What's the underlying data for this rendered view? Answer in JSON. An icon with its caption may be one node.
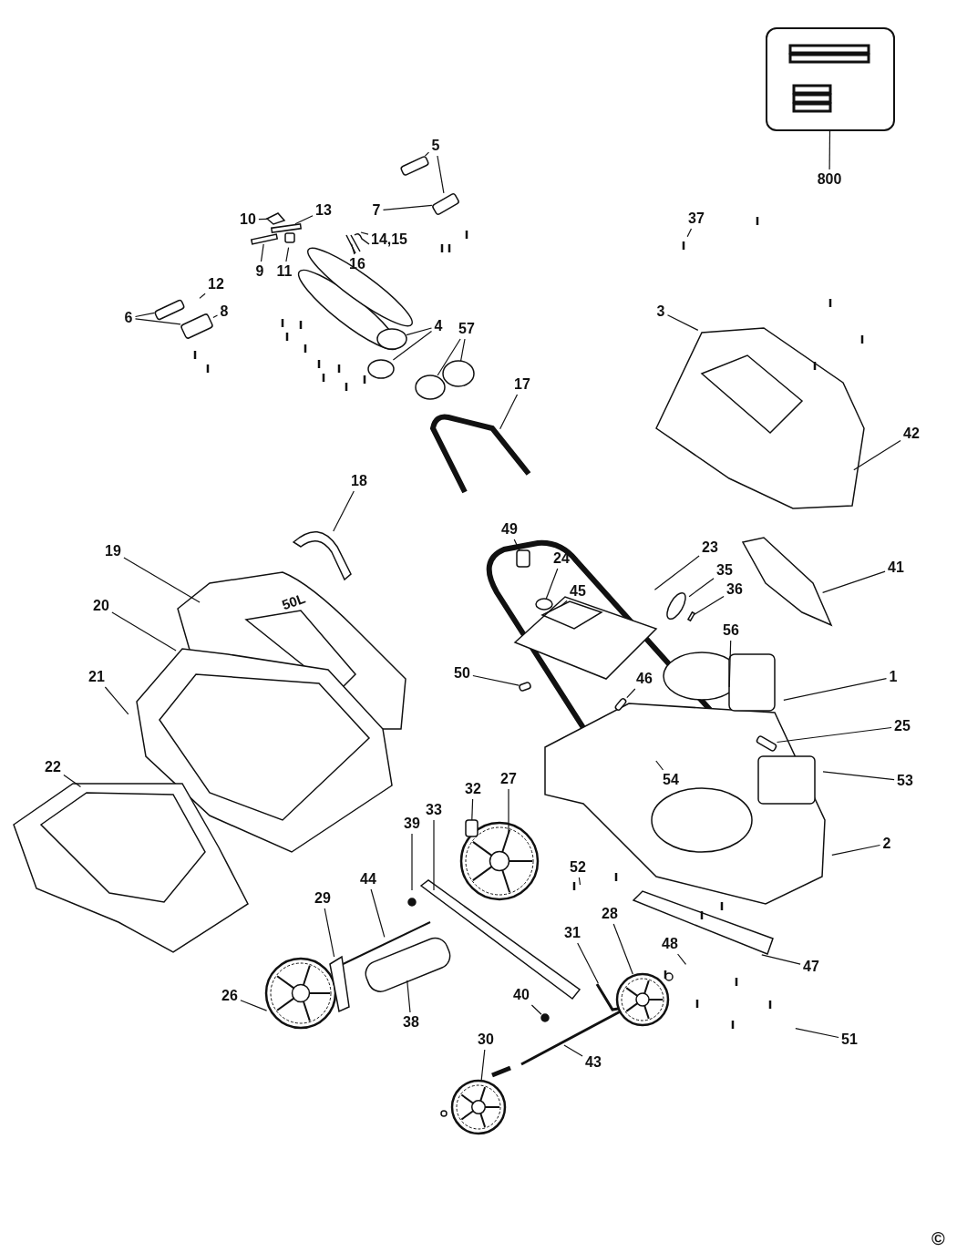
{
  "diagram": {
    "nodes": [
      {
        "text": [],
        "shape": "box"
      },
      {
        "text": [
          "800"
        ]
      },
      {
        "text": [
          "5"
        ]
      },
      {
        "text": [
          "7"
        ]
      },
      {
        "text": [
          "10"
        ]
      },
      {
        "text": [
          "13"
        ]
      },
      {
        "text": [
          "14,15"
        ]
      },
      {
        "text": [
          "37"
        ]
      },
      {
        "text": [
          "9"
        ]
      },
      {
        "text": [
          "11"
        ]
      },
      {
        "text": [
          "16"
        ]
      },
      {
        "text": [
          "12"
        ]
      },
      {
        "text": [
          "8"
        ]
      },
      {
        "text": [
          "6"
        ]
      },
      {
        "text": [
          "3"
        ]
      },
      {
        "text": [
          "4"
        ]
      },
      {
        "text": [
          "57"
        ]
      },
      {
        "text": [
          "17"
        ]
      },
      {
        "text": [
          "42"
        ]
      },
      {
        "text": [
          "18"
        ]
      },
      {
        "text": [
          "49"
        ]
      },
      {
        "text": [
          "23"
        ]
      },
      {
        "text": [
          "19"
        ]
      },
      {
        "text": [
          "24"
        ]
      },
      {
        "text": [
          "41"
        ]
      },
      {
        "text": [
          "35"
        ]
      },
      {
        "text": [
          "45"
        ]
      },
      {
        "text": [
          "36"
        ]
      },
      {
        "text": [
          "20"
        ]
      },
      {
        "text": [
          "56"
        ]
      },
      {
        "text": [
          "50"
        ]
      },
      {
        "text": [
          "21"
        ]
      },
      {
        "text": [
          "1"
        ]
      },
      {
        "text": [
          "46"
        ]
      },
      {
        "text": [
          "25"
        ]
      },
      {
        "text": [
          "22"
        ]
      },
      {
        "text": [
          "54"
        ]
      },
      {
        "text": [
          "53"
        ]
      },
      {
        "text": [
          "27"
        ]
      },
      {
        "text": [
          "32"
        ]
      },
      {
        "text": [
          "33"
        ]
      },
      {
        "text": [
          "39"
        ]
      },
      {
        "text": [
          "2"
        ]
      },
      {
        "text": [
          "52"
        ]
      },
      {
        "text": [
          "44"
        ]
      },
      {
        "text": [
          "29"
        ]
      },
      {
        "text": [
          "28"
        ]
      },
      {
        "text": [
          "31"
        ]
      },
      {
        "text": [
          "48"
        ]
      },
      {
        "text": [
          "47"
        ]
      },
      {
        "text": [
          "40"
        ]
      },
      {
        "text": [
          "26"
        ]
      },
      {
        "text": [
          "38"
        ]
      },
      {
        "text": [
          "30"
        ]
      },
      {
        "text": [
          "51"
        ]
      },
      {
        "text": [
          "43"
        ]
      },
      {
        "text": [],
        "shape": "box"
      },
      {
        "text": [],
        "shape": "box"
      },
      {
        "text": [],
        "shape": "diamond"
      },
      {
        "text": [],
        "shape": "circle"
      },
      {
        "text": [],
        "shape": "circle"
      },
      {
        "text": [],
        "shape": "circle"
      },
      {
        "text": [],
        "shape": "circle"
      },
      {
        "text": [],
        "shape": "box"
      },
      {
        "text": [],
        "shape": "circle"
      },
      {
        "text": [],
        "shape": "circle"
      },
      {
        "text": [],
        "shape": "box"
      },
      {
        "text": [],
        "shape": "box"
      },
      {
        "text": [],
        "shape": "box"
      },
      {
        "text": [],
        "shape": "circle"
      },
      {
        "text": [],
        "shape": "box"
      },
      {
        "text": [],
        "shape": "box"
      },
      {
        "text": [],
        "shape": "bar"
      },
      {
        "text": [],
        "shape": "bar"
      },
      {
        "text": [],
        "shape": "box"
      },
      {
        "text": [],
        "shape": "circle"
      },
      {
        "text": [],
        "shape": "circle"
      },
      {
        "text": [],
        "shape": "bar"
      },
      {
        "text": [],
        "shape": "bar"
      }
    ],
    "edges": [
      {
        "from": 1,
        "to": 0,
        "arrow": "none"
      },
      {
        "from": 2,
        "to": 56,
        "arrow": "none"
      },
      {
        "from": 2,
        "to": 57,
        "arrow": "none"
      },
      {
        "from": 3,
        "to": 57,
        "arrow": "none"
      },
      {
        "from": 4,
        "to": 58,
        "arrow": "none"
      },
      {
        "from": 5,
        "to": 72,
        "arrow": "none"
      },
      {
        "from": 6,
        "to": null,
        "arrow": "none"
      },
      {
        "from": 7,
        "to": null,
        "arrow": "none"
      },
      {
        "from": 8,
        "to": 73,
        "arrow": "none"
      },
      {
        "from": 9,
        "to": null,
        "arrow": "none"
      },
      {
        "from": 10,
        "to": null,
        "arrow": "none"
      },
      {
        "from": 11,
        "to": null,
        "arrow": "none"
      },
      {
        "from": 12,
        "to": 71,
        "arrow": "none"
      },
      {
        "from": 13,
        "to": 70,
        "arrow": "none"
      },
      {
        "from": 13,
        "to": 71,
        "arrow": "none"
      },
      {
        "from": 14,
        "to": null,
        "arrow": "none"
      },
      {
        "from": 15,
        "to": 59,
        "arrow": "none"
      },
      {
        "from": 15,
        "to": 60,
        "arrow": "none"
      },
      {
        "from": 16,
        "to": 61,
        "arrow": "none"
      },
      {
        "from": 16,
        "to": 62,
        "arrow": "none"
      },
      {
        "from": 17,
        "to": null,
        "arrow": "none"
      },
      {
        "from": 18,
        "to": null,
        "arrow": "none"
      },
      {
        "from": 19,
        "to": null,
        "arrow": "none"
      },
      {
        "from": 20,
        "to": 63,
        "arrow": "none"
      },
      {
        "from": 21,
        "to": null,
        "arrow": "none"
      },
      {
        "from": 22,
        "to": null,
        "arrow": "none"
      },
      {
        "from": 23,
        "to": 64,
        "arrow": "none"
      },
      {
        "from": 24,
        "to": null,
        "arrow": "none"
      },
      {
        "from": 25,
        "to": 65,
        "arrow": "none"
      },
      {
        "from": 26,
        "to": null,
        "arrow": "none"
      },
      {
        "from": 27,
        "to": 78,
        "arrow": "none"
      },
      {
        "from": 28,
        "to": null,
        "arrow": "none"
      },
      {
        "from": 29,
        "to": null,
        "arrow": "none"
      },
      {
        "from": 30,
        "to": 74,
        "arrow": "none"
      },
      {
        "from": 31,
        "to": null,
        "arrow": "none"
      },
      {
        "from": 32,
        "to": null,
        "arrow": "none"
      },
      {
        "from": 33,
        "to": 66,
        "arrow": "none"
      },
      {
        "from": 34,
        "to": 67,
        "arrow": "none"
      },
      {
        "from": 35,
        "to": null,
        "arrow": "none"
      },
      {
        "from": 36,
        "to": null,
        "arrow": "none"
      },
      {
        "from": 37,
        "to": null,
        "arrow": "none"
      },
      {
        "from": 38,
        "to": null,
        "arrow": "none"
      },
      {
        "from": 39,
        "to": 68,
        "arrow": "none"
      },
      {
        "from": 40,
        "to": null,
        "arrow": "none"
      },
      {
        "from": 41,
        "to": null,
        "arrow": "none"
      },
      {
        "from": 42,
        "to": null,
        "arrow": "none"
      },
      {
        "from": 43,
        "to": null,
        "arrow": "none"
      },
      {
        "from": 44,
        "to": null,
        "arrow": "none"
      },
      {
        "from": 45,
        "to": 77,
        "arrow": "none"
      },
      {
        "from": 46,
        "to": 75,
        "arrow": "none"
      },
      {
        "from": 47,
        "to": null,
        "arrow": "none"
      },
      {
        "from": 48,
        "to": null,
        "arrow": "none"
      },
      {
        "from": 49,
        "to": null,
        "arrow": "none"
      },
      {
        "from": 50,
        "to": 69,
        "arrow": "none"
      },
      {
        "from": 51,
        "to": null,
        "arrow": "none"
      },
      {
        "from": 52,
        "to": null,
        "arrow": "none"
      },
      {
        "from": 53,
        "to": 76,
        "arrow": "none"
      },
      {
        "from": 54,
        "to": null,
        "arrow": "none"
      },
      {
        "from": 55,
        "to": null,
        "arrow": "none"
      }
    ],
    "labels": [
      "50L",
      "©"
    ]
  }
}
